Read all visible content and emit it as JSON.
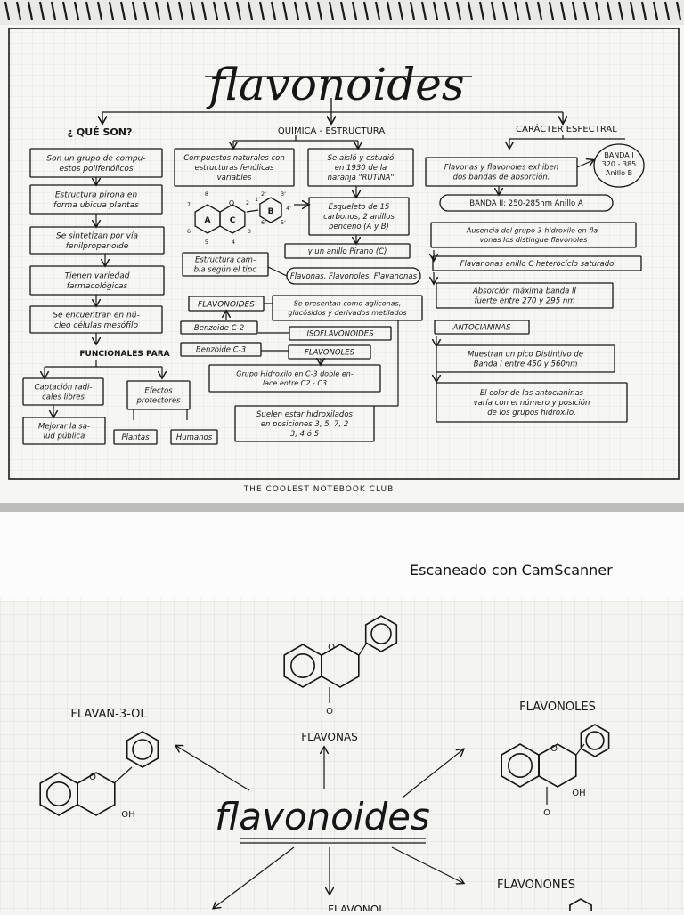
{
  "page1": {
    "title": "flavonoides",
    "footer": "THE COOLEST NOTEBOOK CLUB",
    "col1": {
      "header": "¿ QUÉ SON?",
      "box1": [
        "Son un grupo de compu-",
        "estos polifenólicos"
      ],
      "box2": [
        "Estructura pirona en",
        "forma ubicua plantas"
      ],
      "box3": [
        "Se sintetizan por vía",
        "fenilpropanoide"
      ],
      "box4": [
        "Tienen variedad",
        "farmacológicas"
      ],
      "box5": [
        "Se encuentran en nú-",
        "cleo células mesófilo"
      ],
      "funcionales": "FUNCIONALES PARA",
      "captacion": [
        "Captación radi-",
        "cales libres"
      ],
      "efectos": [
        "Efectos",
        "protectores"
      ],
      "mejorar": [
        "Mejorar la sa-",
        "lud pública"
      ],
      "plantas": "Plantas",
      "humanos": "Humanos"
    },
    "col2": {
      "header": "QUÍMICA - ESTRUCTURA",
      "compuestos": [
        "Compuestos naturales con",
        "estructuras fenólicas",
        "variables"
      ],
      "aislo": [
        "Se aisló y estudió",
        "en 1930 de la",
        "naranja \"RUTINA\""
      ],
      "ring_a": "A",
      "ring_b": "B",
      "ring_c": "C",
      "ring_o": "O",
      "num": [
        "2",
        "3",
        "4",
        "5",
        "6",
        "7",
        "8",
        "1'",
        "2'",
        "3'",
        "4'",
        "5'",
        "6'"
      ],
      "esqueleto": [
        "Esqueleto de 15",
        "carbonos, 2 anillos",
        "benceno (A y B)"
      ],
      "anillo_pirano": "y un anillo Pirano (C)",
      "estructura_cambia": [
        "Estructura cam-",
        "bia según el tipo"
      ],
      "tipos": "Flavonas, Flavonoles, Flavanonas",
      "flavonoides_label": "FLAVONOIDES",
      "presentan": [
        "Se presentan como agliconas,",
        "glucósidos y derivados metilados"
      ],
      "benzoide_c2": "Benzoide C-2",
      "benzoide_c3": "Benzoide C-3",
      "isoflavonoides": "ISOFLAVONOIDES",
      "flavonoles": "FLAVONOLES",
      "grupo_hidroxilo": [
        "Grupo Hidroxilo en C-3 doble en-",
        "lace entre C2 - C3"
      ],
      "suelen": [
        "Suelen estar hidroxilados",
        "en posiciones 3, 5, 7, 2",
        "3, 4 ó 5"
      ]
    },
    "col3": {
      "header": "CARÁCTER ESPECTRAL",
      "flavonas_exhiben": [
        "Flavonas y flavonoles exhiben",
        "dos bandas de absorción."
      ],
      "banda1": [
        "BANDA I",
        "320 - 385",
        "Anillo B"
      ],
      "banda2": "BANDA II: 250-285nm Anillo A",
      "ausencia": [
        "Ausencia del grupo 3-hidroxilo en fla-",
        "vonas los distingue flavonoles"
      ],
      "flavanonas": "Flavanonas anillo C heterocíclo saturado",
      "absorcion": [
        "Absorción máxima banda II",
        "fuerte entre 270 y 295 nm"
      ],
      "antocianinas": "ANTOCIANINAS",
      "muestran": [
        "Muestran un pico Distintivo de",
        "Banda I entre 450 y 560nm"
      ],
      "color": [
        "El color de las antocianinas",
        "varía con el número y posición",
        "de los grupos hidroxilo."
      ]
    }
  },
  "scanner_label": "Escaneado con CamScanner",
  "page2": {
    "center": "flavonoides",
    "flavan": "FLAVAN-3-OL",
    "flavonas": "FLAVONAS",
    "flavonoles": "FLAVONOLES",
    "flavanones": "FLAVONONES",
    "partial_bottom": "FLAVONOL",
    "oh": "OH",
    "o": "O"
  },
  "colors": {
    "ink": "#161616",
    "paper": "#f7f7f5",
    "grid": "#e3e3e0",
    "gap": "#fafafa"
  }
}
